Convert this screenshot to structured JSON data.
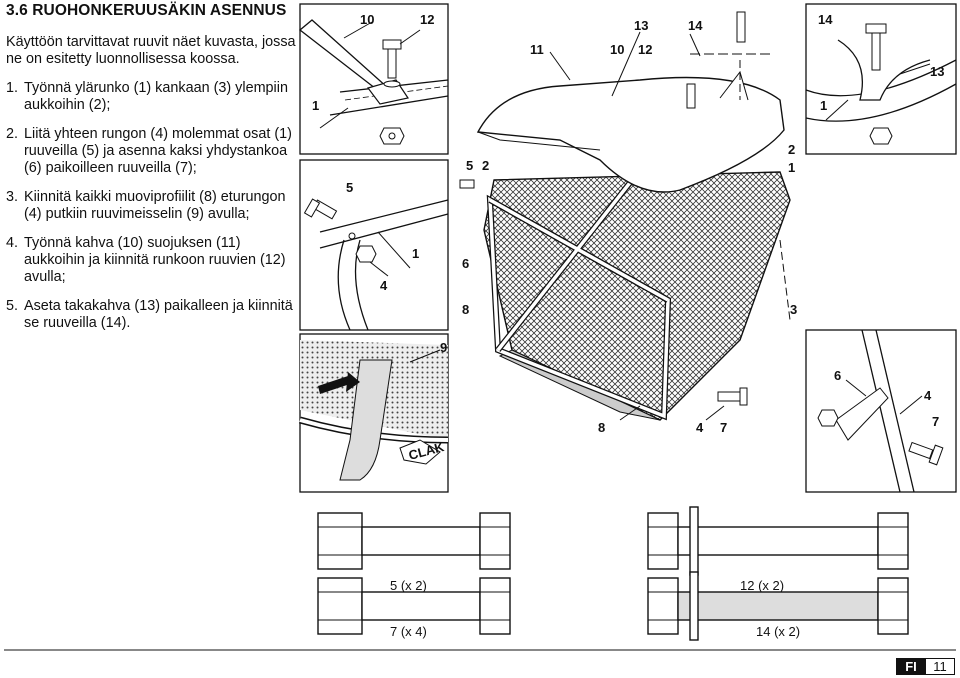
{
  "section": {
    "title": "3.6 RUOHONKERUUSÄKIN ASENNUS"
  },
  "intro": "Käyttöön tarvittavat ruuvit näet kuvasta, jossa ne on esitetty luonnollisessa koossa.",
  "steps": [
    {
      "n": "1.",
      "text": "Työnnä ylärunko (1) kankaan (3) ylempiin aukkoihin (2);"
    },
    {
      "n": "2.",
      "text": "Liitä yhteen rungon (4) molemmat osat (1) ruuveilla (5) ja asenna kaksi yhdystankoa (6) paikoilleen ruuveilla (7);"
    },
    {
      "n": "3.",
      "text": "Kiinnitä kaikki muoviprofiilit (8) eturungon (4) putkiin ruuvimeisselin (9) avulla;"
    },
    {
      "n": "4.",
      "text": "Työnnä kahva (10) suojuksen (11) aukkoihin ja kiinnitä runkoon ruuvien (12) avulla;"
    },
    {
      "n": "5.",
      "text": "Aseta takakahva (13) paikalleen ja kiinnitä se ruuveilla (14)."
    }
  ],
  "callouts": {
    "c10": "10",
    "c12": "12",
    "c1a": "1",
    "c5": "5",
    "c4": "4",
    "c1b": "1",
    "c9": "9",
    "c13": "13",
    "c14": "14",
    "c11": "11",
    "c10b": "10",
    "c12b": "12",
    "c5b": "5",
    "c2": "2",
    "c2b": "2",
    "c1c": "1",
    "c6": "6",
    "c8": "8",
    "c3": "3",
    "c14b": "14",
    "c13b": "13",
    "c1d": "1",
    "c8b": "8",
    "c4b": "4",
    "c7": "7",
    "c6b": "6",
    "c4c": "4",
    "c7b": "7",
    "clak": "CLAK"
  },
  "bolts": [
    {
      "label": "5 (x 2)"
    },
    {
      "label": "12 (x 2)"
    },
    {
      "label": "7 (x 4)"
    },
    {
      "label": "14 (x 2)"
    }
  ],
  "footer": {
    "lang": "FI",
    "page": "11"
  }
}
